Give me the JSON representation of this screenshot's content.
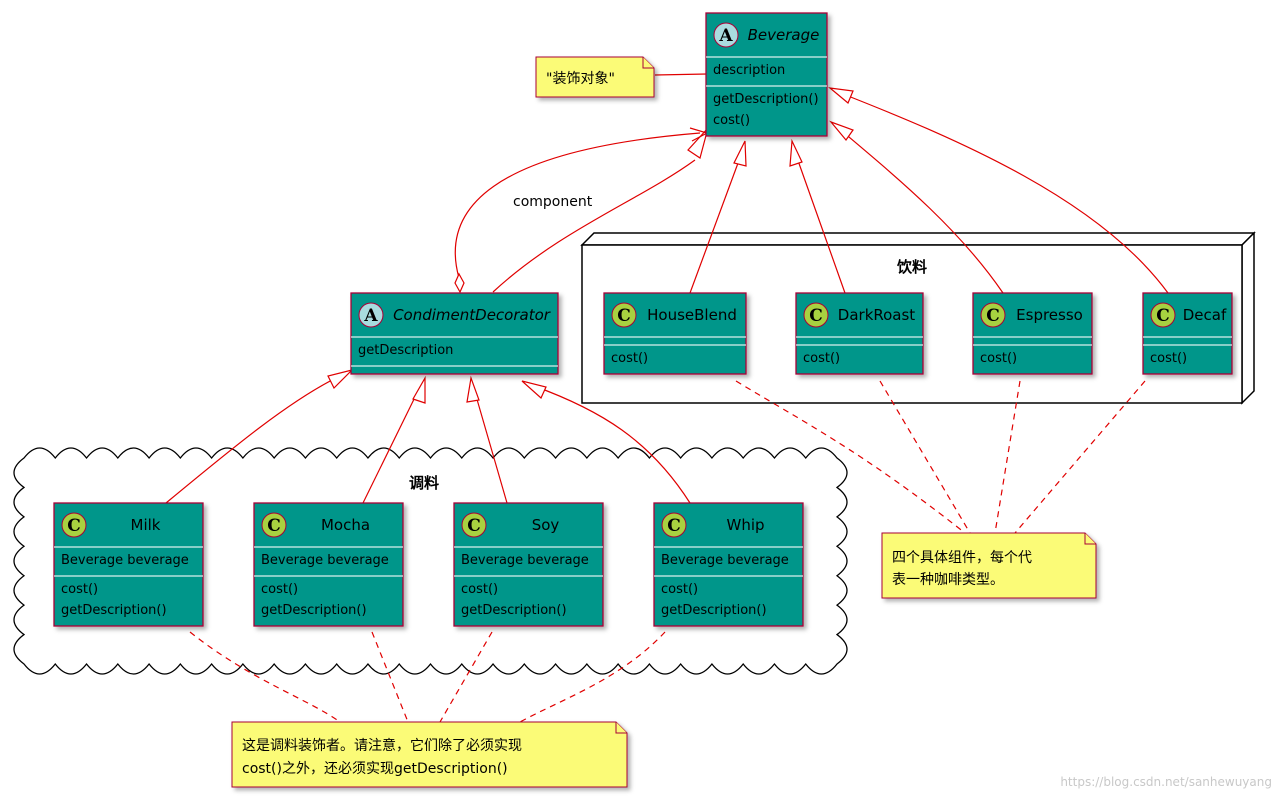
{
  "colors": {
    "class_fill": "#00968a",
    "class_border": "#a80036",
    "stereo_c": "#a8d140",
    "stereo_a": "#a9dcdf",
    "note_fill": "#fbfb77",
    "edge": "#e00000"
  },
  "classes": {
    "beverage": {
      "name": "Beverage",
      "stereotype": "A",
      "fields": [
        "description"
      ],
      "methods": [
        "getDescription()",
        "cost()"
      ]
    },
    "decorator": {
      "name": "CondimentDecorator",
      "stereotype": "A",
      "fields": [
        "getDescription"
      ],
      "methods": []
    },
    "houseblend": {
      "name": "HouseBlend",
      "stereotype": "C",
      "fields": [],
      "methods": [
        "cost()"
      ]
    },
    "darkroast": {
      "name": "DarkRoast",
      "stereotype": "C",
      "fields": [],
      "methods": [
        "cost()"
      ]
    },
    "espresso": {
      "name": "Espresso",
      "stereotype": "C",
      "fields": [],
      "methods": [
        "cost()"
      ]
    },
    "decaf": {
      "name": "Decaf",
      "stereotype": "C",
      "fields": [],
      "methods": [
        "cost()"
      ]
    },
    "milk": {
      "name": "Milk",
      "stereotype": "C",
      "fields": [
        "Beverage beverage"
      ],
      "methods": [
        "cost()",
        "getDescription()"
      ]
    },
    "mocha": {
      "name": "Mocha",
      "stereotype": "C",
      "fields": [
        "Beverage beverage"
      ],
      "methods": [
        "cost()",
        "getDescription()"
      ]
    },
    "soy": {
      "name": "Soy",
      "stereotype": "C",
      "fields": [
        "Beverage beverage"
      ],
      "methods": [
        "cost()",
        "getDescription()"
      ]
    },
    "whip": {
      "name": "Whip",
      "stereotype": "C",
      "fields": [
        "Beverage beverage"
      ],
      "methods": [
        "cost()",
        "getDescription()"
      ]
    }
  },
  "packages": {
    "drinks": {
      "title": "饮料"
    },
    "condiments": {
      "title": "调料"
    }
  },
  "notes": {
    "decorated": {
      "lines": [
        "\"装饰对象\""
      ]
    },
    "components": {
      "lines": [
        "四个具体组件，每个代",
        "表一种咖啡类型。"
      ]
    },
    "decorators": {
      "lines": [
        "这是调料装饰者。请注意，它们除了必须实现",
        "cost()之外，还必须实现getDescription()"
      ]
    }
  },
  "edge_labels": {
    "component": "component"
  },
  "watermark": "https://blog.csdn.net/sanhewuyang"
}
